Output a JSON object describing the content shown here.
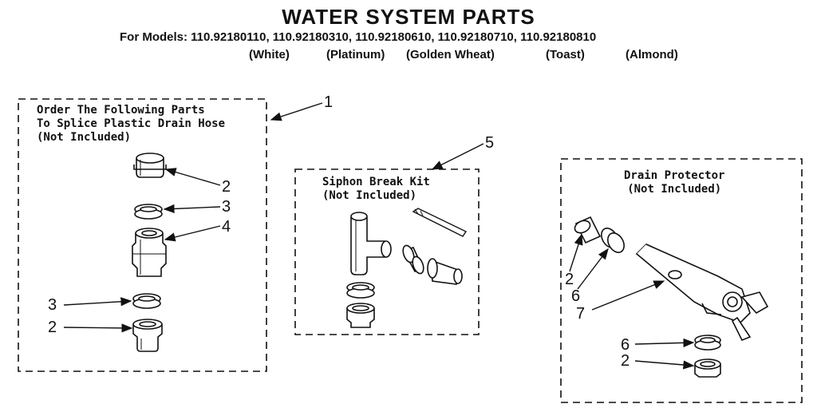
{
  "title": "WATER SYSTEM PARTS",
  "models_line": "For Models: 110.92180110, 110.92180310, 110.92180610, 110.92180710, 110.92180810",
  "colors": [
    "(White)",
    "(Platinum)",
    "(Golden Wheat)",
    "(Toast)",
    "(Almond)"
  ],
  "panels": {
    "splice": {
      "lines": [
        "Order The Following Parts",
        "To Splice Plastic Drain Hose",
        "(Not Included)"
      ],
      "ref": "1"
    },
    "siphon": {
      "lines": [
        "Siphon Break Kit",
        "(Not Included)"
      ],
      "ref": "5"
    },
    "drain": {
      "lines": [
        "Drain Protector",
        "(Not Included)"
      ]
    }
  },
  "callouts": {
    "splice": [
      "2",
      "3",
      "4",
      "3",
      "2"
    ],
    "drain": [
      "2",
      "6",
      "7",
      "6",
      "2"
    ]
  }
}
